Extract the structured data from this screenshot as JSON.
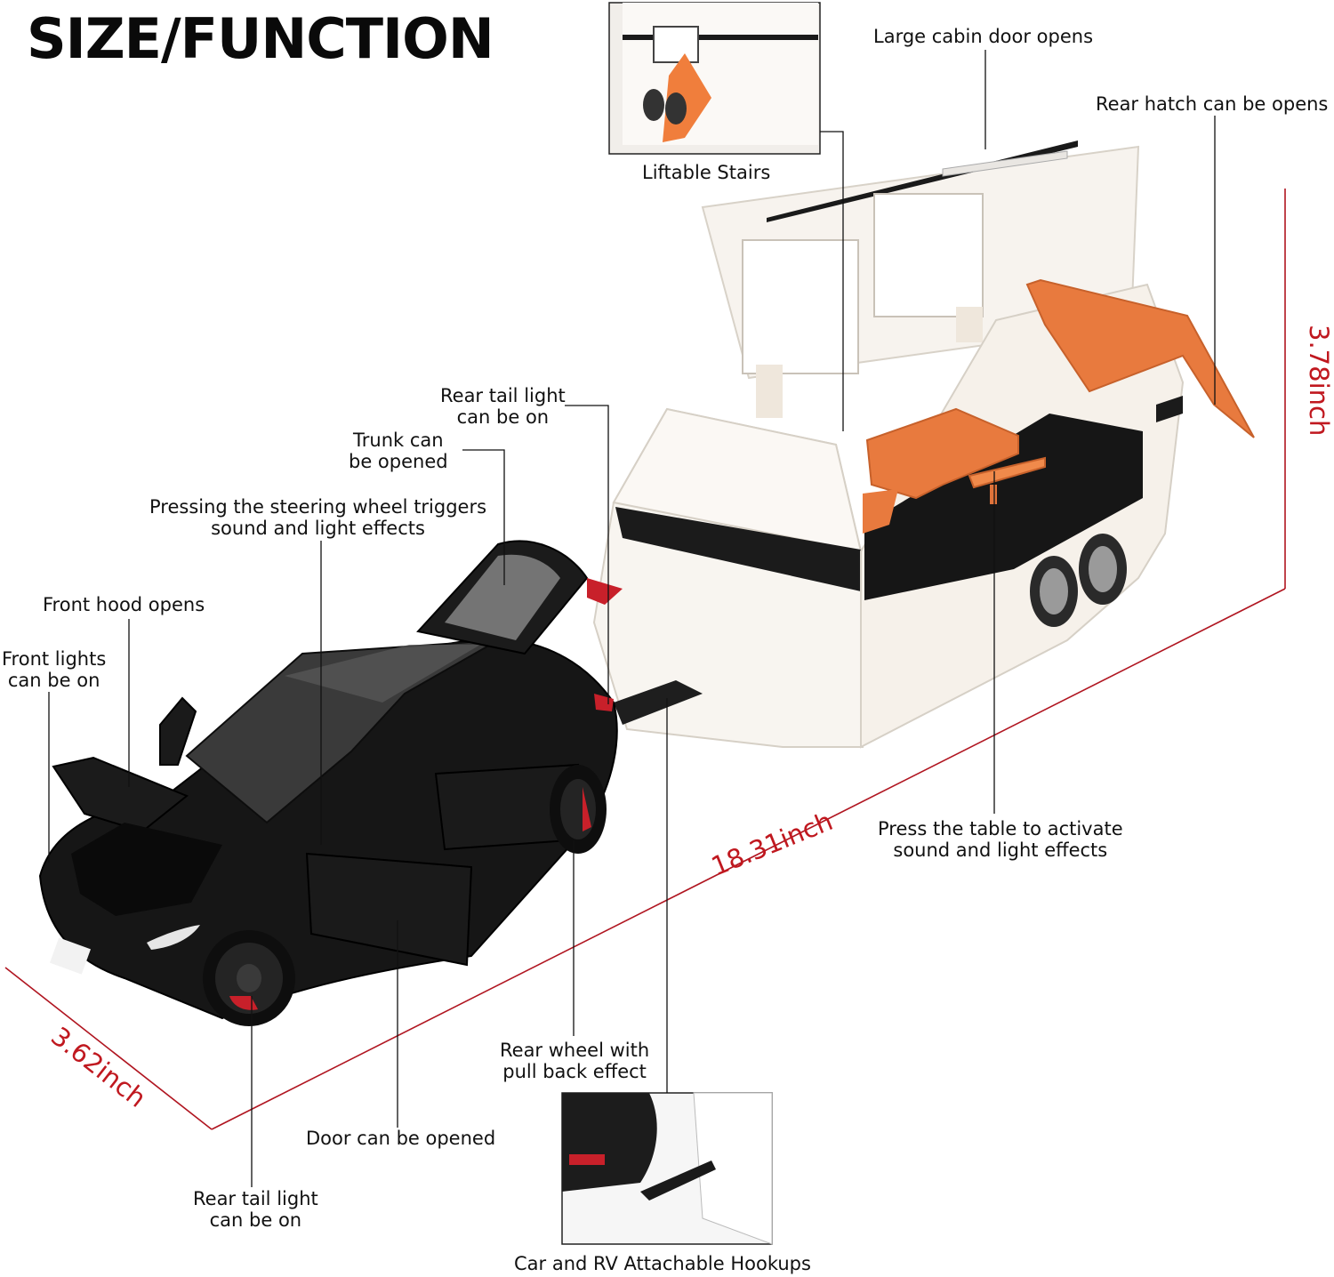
{
  "title": "SIZE/FUNCTION",
  "colors": {
    "car_body": "#161616",
    "rv_body": "#f6f2ec",
    "accent_orange": "#e8793c",
    "tail_light": "#c8202a",
    "dimension_line": "#b01520",
    "dimension_text": "#c0181f"
  },
  "dimensions": {
    "length": "18.31inch",
    "height": "3.78inch",
    "width": "3.62inch"
  },
  "callouts": {
    "liftable_stairs": "Liftable Stairs",
    "large_cabin_door": "Large cabin door opens",
    "rear_hatch": "Rear hatch can be opens",
    "rear_tail_light_top": [
      "Rear tail light",
      "can be on"
    ],
    "trunk": [
      "Trunk can",
      "be opened"
    ],
    "steering_wheel": [
      "Pressing the steering wheel triggers",
      "sound and light effects"
    ],
    "front_hood": "Front hood opens",
    "front_lights": [
      "Front lights",
      "can be on"
    ],
    "table": [
      "Press the table to activate",
      "sound and light effects"
    ],
    "rear_wheel": [
      "Rear wheel with",
      "pull back effect"
    ],
    "door": "Door can be opened",
    "rear_tail_light_bottom": [
      "Rear tail light",
      "can be on"
    ],
    "hookups": "Car and RV Attachable Hookups"
  }
}
